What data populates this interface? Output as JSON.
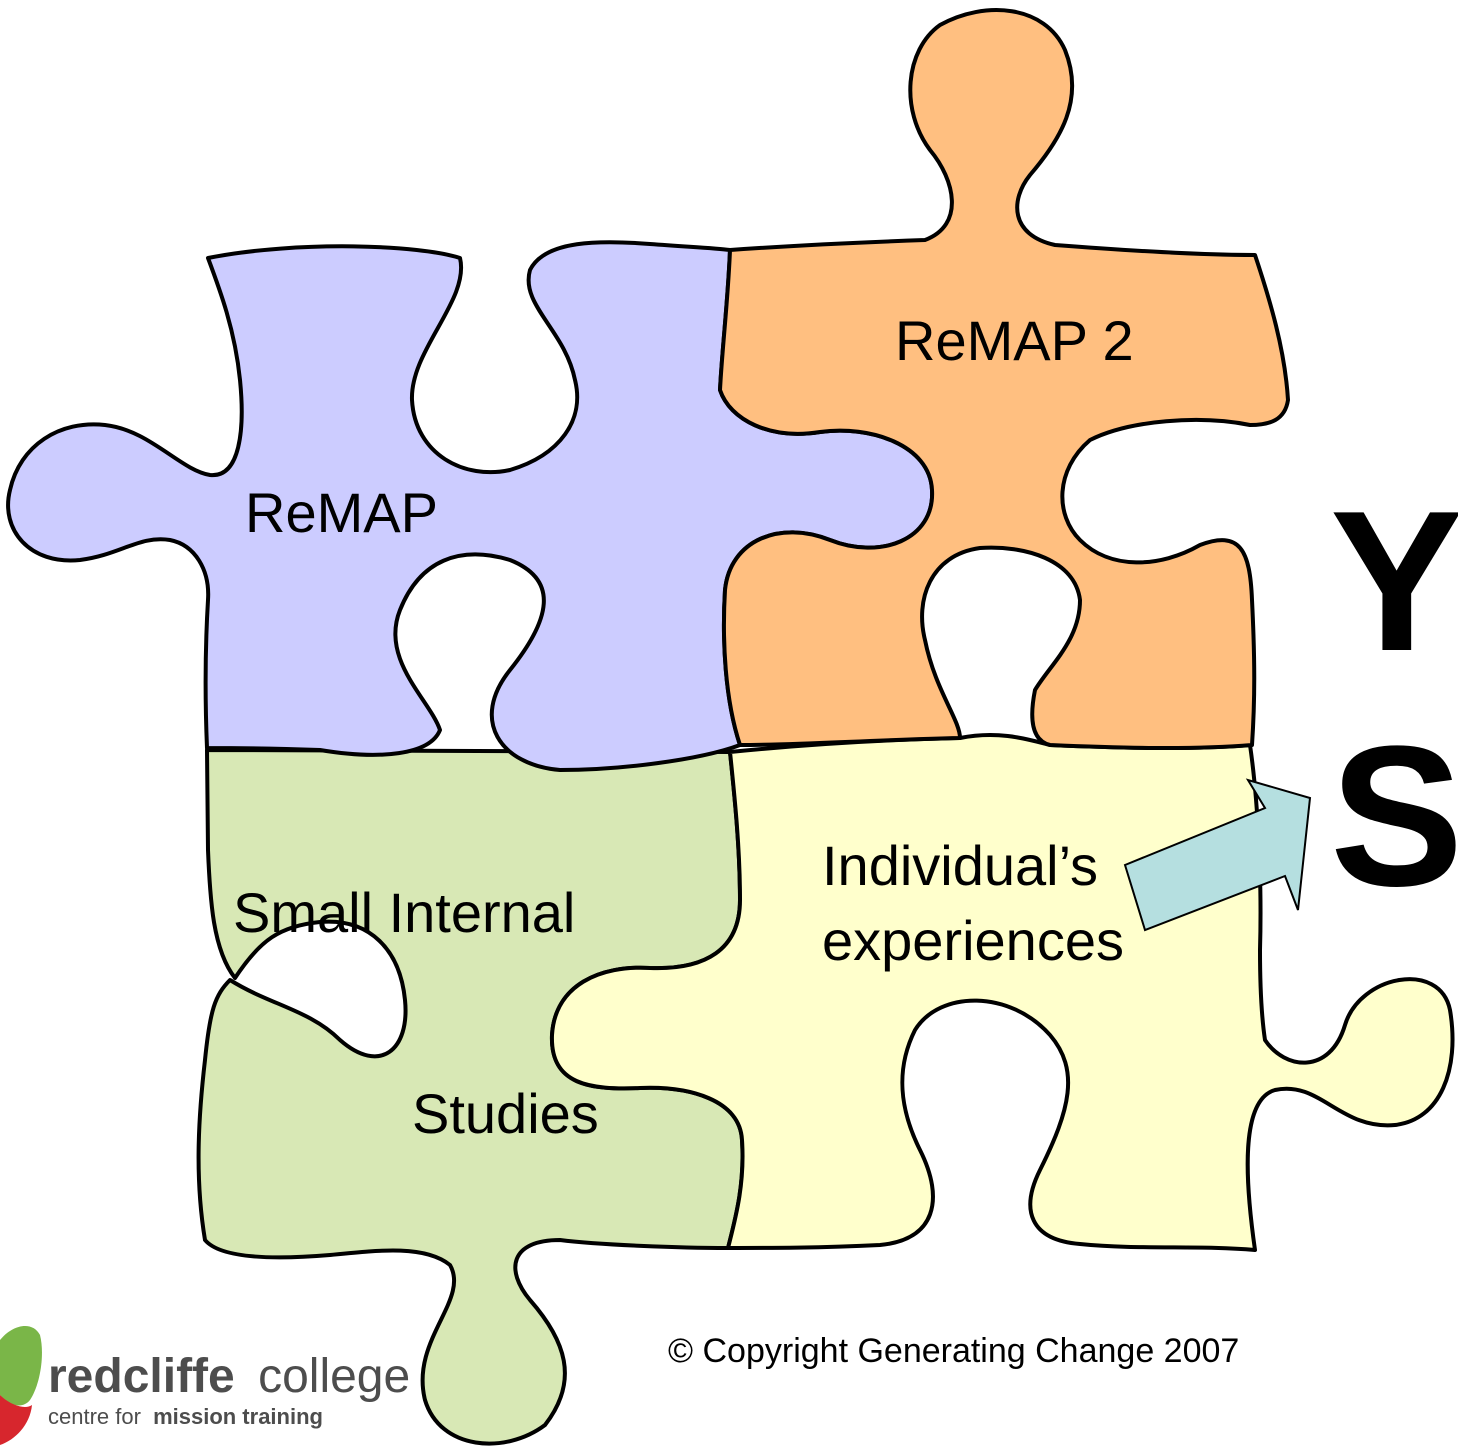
{
  "colors": {
    "remap": "#ccccff",
    "remap2": "#ffbf80",
    "small_internal": "#d8e8b5",
    "individual": "#ffffcc",
    "arrow": "#b5dfe0",
    "outline": "#000000",
    "logo_green": "#7ab648",
    "logo_red": "#d7262d"
  },
  "pieces": {
    "remap": {
      "label": "ReMAP"
    },
    "remap2": {
      "label": "ReMAP 2"
    },
    "small_internal": {
      "label_line1": "Small Internal",
      "label_line2": "Studies"
    },
    "individual": {
      "label_line1": "Individual’s",
      "label_line2": "experiences"
    }
  },
  "title": {
    "line1": "Y",
    "line2": "S"
  },
  "copyright": "© Copyright Generating Change 2007",
  "logo": {
    "name_bold": "redcliffe",
    "name_light": "college",
    "tagline_light": "centre for",
    "tagline_bold": "mission training",
    "icon": "redcliffe-leaf-icon"
  }
}
